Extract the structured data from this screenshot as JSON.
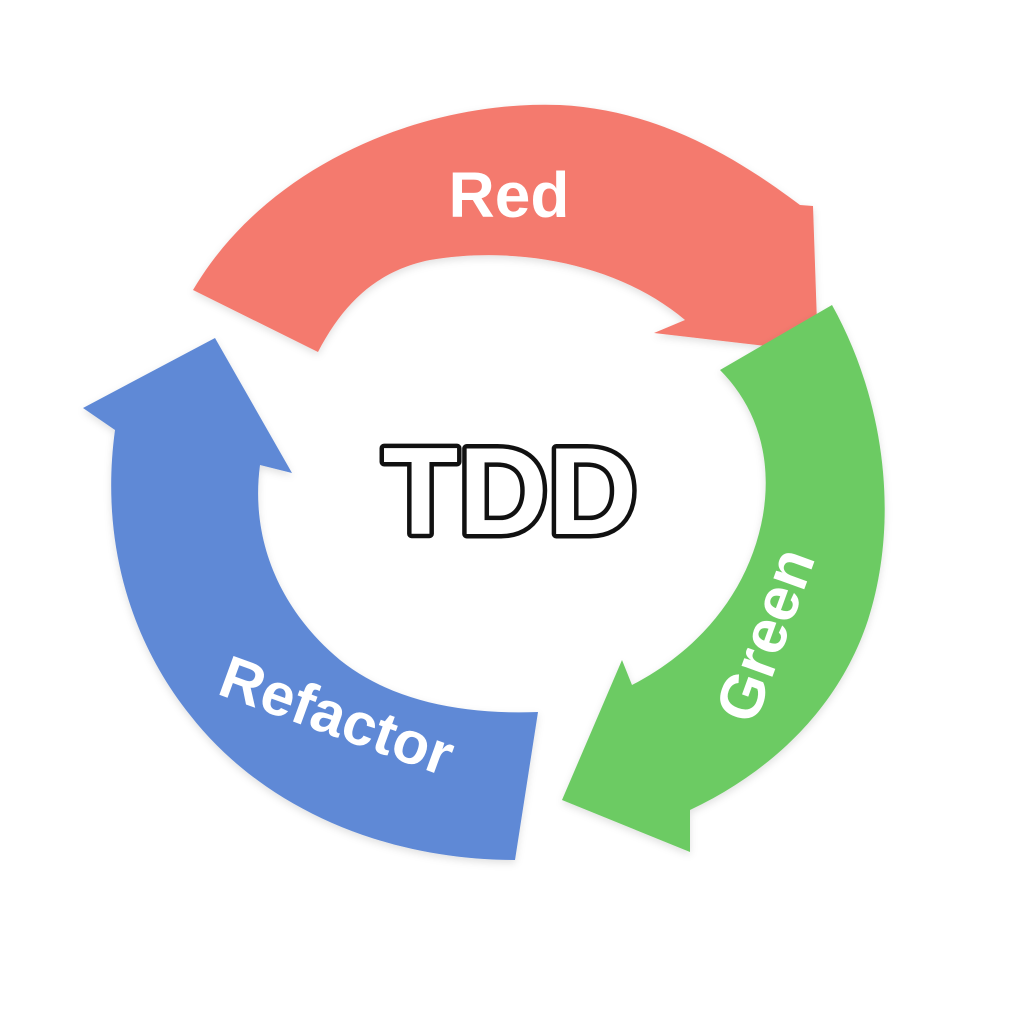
{
  "center": {
    "title": "TDD"
  },
  "stages": [
    {
      "label": "Red",
      "color": "#F47A6E"
    },
    {
      "label": "Green",
      "color": "#6CCB64"
    },
    {
      "label": "Refactor",
      "color": "#5F89D6"
    }
  ]
}
